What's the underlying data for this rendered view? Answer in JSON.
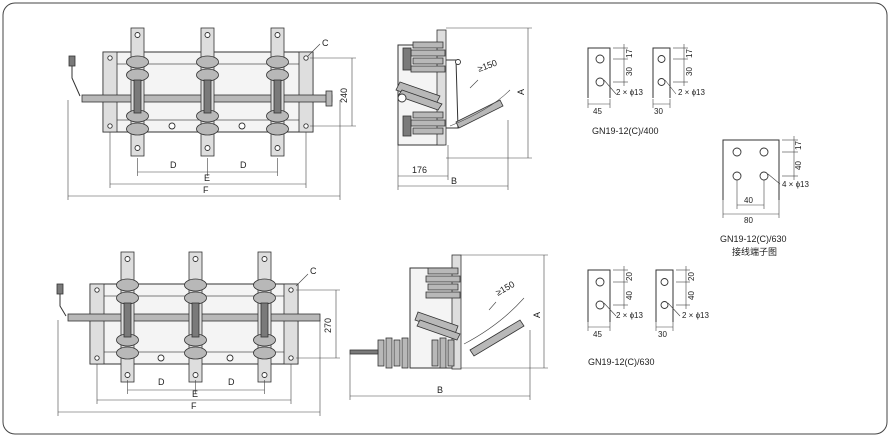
{
  "labels": {
    "top_front": {
      "c": "C",
      "d1": "D",
      "d2": "D",
      "e": "E",
      "f": "F",
      "h": "240"
    },
    "top_side": {
      "r": "≥150",
      "a": "A",
      "w176": "176",
      "b": "B"
    },
    "bottom_front": {
      "c": "C",
      "d1": "D",
      "d2": "D",
      "e": "E",
      "f": "F",
      "h": "270"
    },
    "bottom_side": {
      "r": "≥150",
      "a": "A",
      "b": "B"
    },
    "term400_a": {
      "d17": "17",
      "d30": "30",
      "holes": "2 × ϕ13",
      "w45": "45"
    },
    "term400_b": {
      "d17": "17",
      "d30": "30",
      "holes": "2 × ϕ13",
      "w30": "30"
    },
    "term630_sq": {
      "d17": "17",
      "d40": "40",
      "holes": "4 × ϕ13",
      "w40": "40",
      "w80": "80"
    },
    "term630_a": {
      "d20": "20",
      "d40": "40",
      "holes": "2 × ϕ13",
      "w45": "45"
    },
    "term630_b": {
      "d20": "20",
      "d40": "40",
      "holes": "2 × ϕ13",
      "w30": "30"
    }
  },
  "captions": {
    "model_400": "GN19-12(C)/400",
    "model_630_sq": "GN19-12(C)/630",
    "terminal_caption": "接线端子图",
    "model_630_bottom": "GN19-12(C)/630"
  }
}
